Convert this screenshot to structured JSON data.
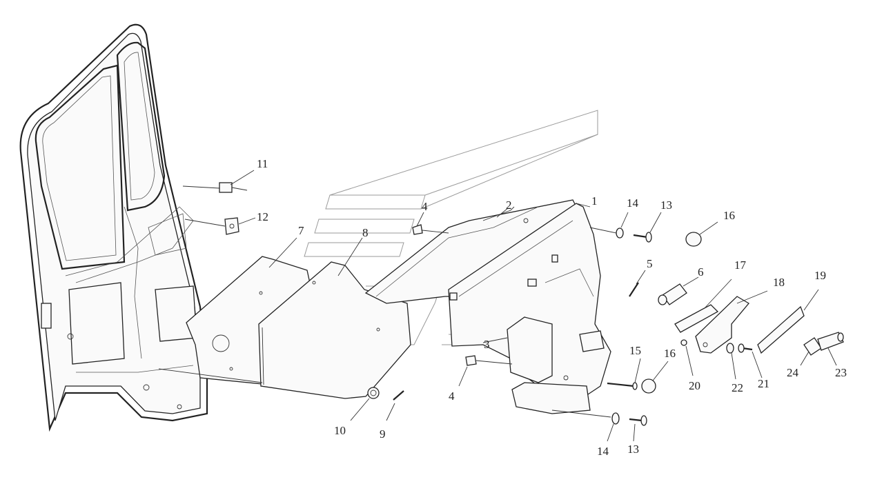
{
  "diagram": {
    "callouts": [
      {
        "id": "c-11",
        "text": "11"
      },
      {
        "id": "c-12",
        "text": "12"
      },
      {
        "id": "c-7",
        "text": "7"
      },
      {
        "id": "c-8",
        "text": "8"
      },
      {
        "id": "c-4a",
        "text": "4"
      },
      {
        "id": "c-2",
        "text": "2"
      },
      {
        "id": "c-1",
        "text": "1"
      },
      {
        "id": "c-14a",
        "text": "14"
      },
      {
        "id": "c-13a",
        "text": "13"
      },
      {
        "id": "c-16a",
        "text": "16"
      },
      {
        "id": "c-5",
        "text": "5"
      },
      {
        "id": "c-6",
        "text": "6"
      },
      {
        "id": "c-17",
        "text": "17"
      },
      {
        "id": "c-18",
        "text": "18"
      },
      {
        "id": "c-19",
        "text": "19"
      },
      {
        "id": "c-3",
        "text": "3"
      },
      {
        "id": "c-4b",
        "text": "4"
      },
      {
        "id": "c-15",
        "text": "15"
      },
      {
        "id": "c-16b",
        "text": "16"
      },
      {
        "id": "c-20",
        "text": "20"
      },
      {
        "id": "c-22",
        "text": "22"
      },
      {
        "id": "c-21",
        "text": "21"
      },
      {
        "id": "c-24",
        "text": "24"
      },
      {
        "id": "c-23",
        "text": "23"
      },
      {
        "id": "c-10",
        "text": "10"
      },
      {
        "id": "c-9",
        "text": "9"
      },
      {
        "id": "c-14b",
        "text": "14"
      },
      {
        "id": "c-13b",
        "text": "13"
      }
    ]
  }
}
